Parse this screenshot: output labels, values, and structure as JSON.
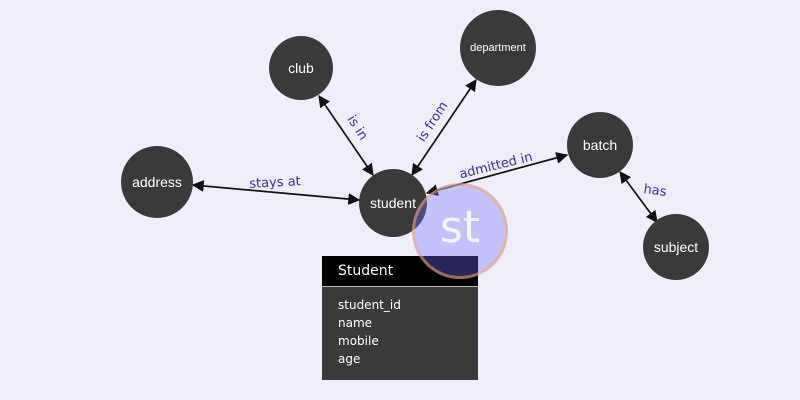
{
  "nodes": {
    "club": "club",
    "department": "department",
    "address": "address",
    "student": "student",
    "batch": "batch",
    "subject": "subject"
  },
  "edges": {
    "is_in": "is in",
    "is_from": "is from",
    "stays_at": "stays at",
    "admitted_in": "admitted in",
    "has": "has"
  },
  "entity": {
    "title": "Student",
    "fields": [
      "student_id",
      "name",
      "mobile",
      "age"
    ]
  },
  "logo": {
    "text": "st"
  },
  "colors": {
    "background": "#efeefa",
    "node": "#3a3a3a",
    "edge_label": "#3b2f91",
    "card_header": "#000000"
  }
}
